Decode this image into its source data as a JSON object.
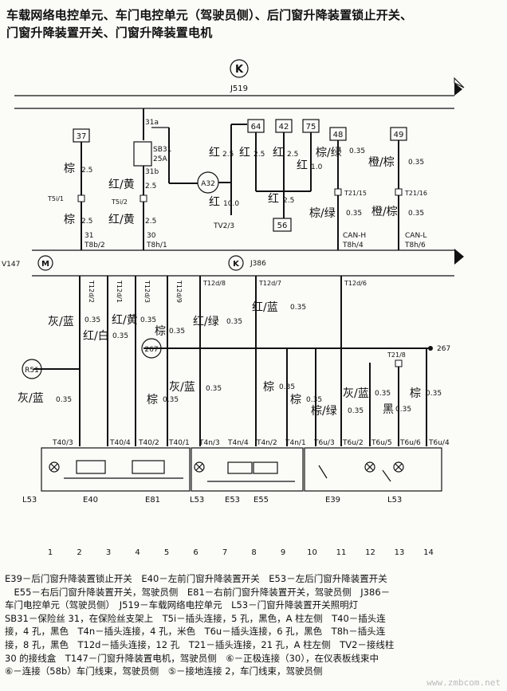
{
  "title": {
    "line1": "车载网络电控单元、车门电控单元（驾驶员侧）、后门窗升降装置锁止开关、",
    "line2": "门窗升降装置开关、门窗升降装置电机"
  },
  "buses": {
    "k_symbol": "K",
    "j519": "J519",
    "j386": "J386",
    "v147": "V147"
  },
  "top": {
    "term37": "37",
    "term64": "64",
    "term42": "42",
    "term75": "75",
    "term48": "48",
    "term49": "49",
    "term56": "56",
    "a32": "A32",
    "w37a": "棕",
    "w37a_s": "2.5",
    "t5i1": "T5i/1",
    "w37b": "棕",
    "w37b_s": "2.5",
    "p31": "31",
    "t8b2": "T8b/2",
    "f31a": "31a",
    "fuse": "SB31",
    "fuse_rating": "25A",
    "f31b": "31b",
    "w2a": "红/黄",
    "w2a_s": "2.5",
    "t5i2": "T5i/2",
    "w2b": "红/黄",
    "w2b_s": "2.5",
    "p30": "30",
    "t8h1": "T8h/1",
    "r1": "红",
    "r1_s": "2.5",
    "r2": "红",
    "r2_s": "2.5",
    "r3": "红",
    "r3_s": "2.5",
    "r4": "红",
    "r4_s": "1.0",
    "r5": "红",
    "r5_s": "10.0",
    "r6": "红",
    "r6_s": "2.5",
    "tv23": "TV2/3",
    "w48a": "棕/绿",
    "w48a_s": "0.35",
    "t2115": "T21/15",
    "w48b": "棕/绿",
    "w48b_s": "0.35",
    "canh": "CAN-H",
    "t8h4": "T8h/4",
    "w49a": "橙/棕",
    "w49a_s": "0.35",
    "t2116": "T21/16",
    "w49b": "橙/棕",
    "w49b_s": "0.35",
    "canl": "CAN-L",
    "t8h6": "T8h/6"
  },
  "mid": {
    "t12d2": "T12d/2",
    "t12d1": "T12d/1",
    "t12d3": "T12d/3",
    "t12d9": "T12d/9",
    "t12d8": "T12d/8",
    "t12d7": "T12d/7",
    "t12d6": "T12d/6",
    "c1": "灰/蓝",
    "c1_s": "0.35",
    "c2": "红/白",
    "c2_s": "0.35",
    "c3": "红/黄",
    "c3_s": "0.35",
    "c4": "棕",
    "c4_s": "0.35",
    "c5": "红/绿",
    "c5_s": "0.35",
    "c6": "红/蓝",
    "c6_s": "0.35",
    "node267": "267",
    "node267r": "267",
    "r51": "R51",
    "t218": "T21/8"
  },
  "low": {
    "g1": "灰/蓝",
    "g1_s": "0.35",
    "b1": "棕",
    "b1_s": "0.35",
    "g2": "灰/蓝",
    "g2_s": "0.35",
    "b2": "棕",
    "b2_s": "0.35",
    "b3": "棕",
    "b3_s": "0.35",
    "bg": "棕/绿",
    "bg_s": "0.35",
    "g3": "灰/蓝",
    "g3_s": "0.35",
    "hei": "黑",
    "hei_s": "0.35",
    "b4": "棕",
    "b4_s": "0.35",
    "t403": "T40/3",
    "t404": "T40/4",
    "t402": "T40/2",
    "t401": "T40/1",
    "t4n3": "T4n/3",
    "t4n4": "T4n/4",
    "t4n2": "T4n/2",
    "t4n1": "T4n/1",
    "t6u3": "T6u/3",
    "t6u2": "T6u/2",
    "t6u5": "T6u/5",
    "t6u6": "T6u/6",
    "t6u4": "T6u/4"
  },
  "components": {
    "l53a": "L53",
    "e40": "E40",
    "e81": "E81",
    "l53b": "L53",
    "e53": "E53",
    "e55": "E55",
    "e39": "E39",
    "l53c": "L53"
  },
  "columns": [
    "1",
    "2",
    "3",
    "4",
    "5",
    "6",
    "7",
    "8",
    "9",
    "10",
    "11",
    "12",
    "13",
    "14"
  ],
  "legend": [
    "E39－后门窗升降装置锁止开关　E40－左前门窗升降装置开关　E53－左后门窗升降装置开关",
    "　E55－右后门窗升降装置开关，驾驶员侧　E81－右前门窗升降装置开关，驾驶员侧　J386－",
    "车门电控单元（驾驶员侧）　J519－车载网络电控单元　L53－门窗升降装置开关照明灯",
    "SB31－保险丝 31，在保险丝支架上　T5i－插头连接，5 孔，黑色，A 柱左侧　T40－插头连",
    "接，4 孔，黑色　T4n－插头连接，4 孔，米色　T6u－插头连接，6 孔，黑色　T8h－插头连",
    "接，8 孔，黑色　T12d－插头连接，12 孔　T21－插头连接，21 孔，A 柱左侧　TV2－接线柱",
    "30 的接线盒　T147－门窗升降装置电机，驾驶员侧　⑥－正极连接（30），在仪表板线束中",
    "⑥－连接（58b）车门线束，驾驶员侧　⑤－接地连接 2，车门线束，驾驶员侧"
  ],
  "watermark": "www.zmbcom.net"
}
